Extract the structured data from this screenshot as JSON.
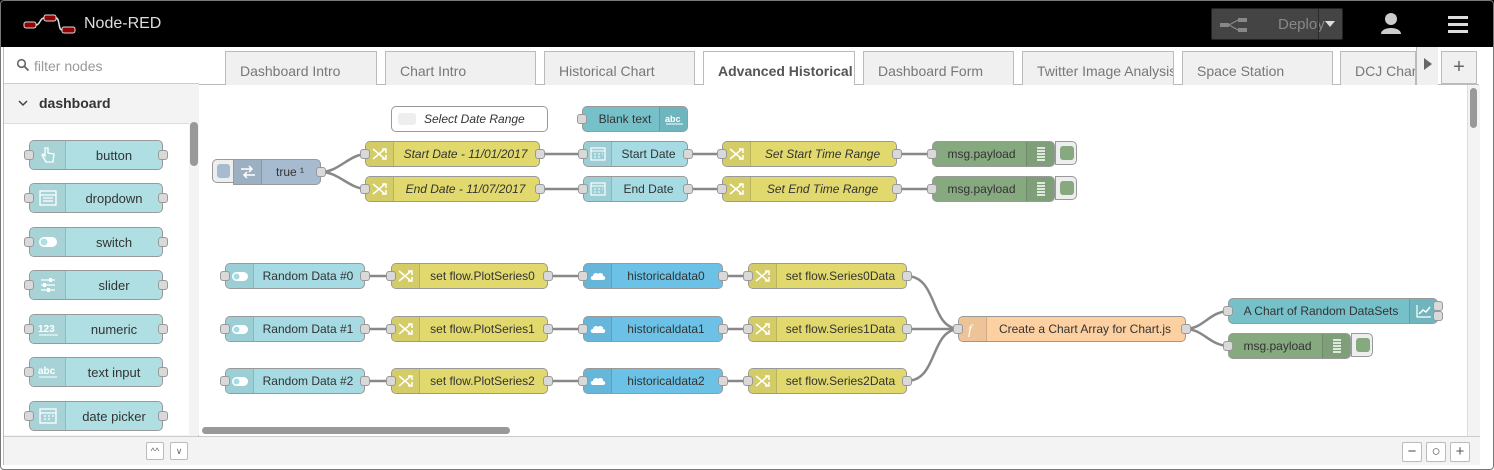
{
  "app": {
    "title": "Node-RED"
  },
  "header": {
    "deploy_label": "Deploy"
  },
  "palette": {
    "filter_placeholder": "filter nodes",
    "category": "dashboard",
    "nodes": [
      {
        "label": "button",
        "icon": "hand-icon"
      },
      {
        "label": "dropdown",
        "icon": "list-icon"
      },
      {
        "label": "switch",
        "icon": "toggle-icon"
      },
      {
        "label": "slider",
        "icon": "sliders-icon"
      },
      {
        "label": "numeric",
        "icon": "numeric-icon"
      },
      {
        "label": "text input",
        "icon": "text-abc-icon"
      },
      {
        "label": "date picker",
        "icon": "calendar-icon"
      }
    ]
  },
  "tabs": [
    {
      "label": "Dashboard Intro",
      "active": false
    },
    {
      "label": "Chart Intro",
      "active": false
    },
    {
      "label": "Historical Chart",
      "active": false
    },
    {
      "label": "Advanced Historical",
      "active": true
    },
    {
      "label": "Dashboard Form",
      "active": false
    },
    {
      "label": "Twitter Image Analysis",
      "active": false
    },
    {
      "label": "Space Station",
      "active": false
    },
    {
      "label": "DCJ Chart",
      "active": false
    }
  ],
  "flow": {
    "comment": "Select Date Range",
    "blank_text": "Blank text",
    "blank_text_icon": "abc",
    "inject_true": "true ¹",
    "change_start": "Start Date - 11/01/2017",
    "change_end": "End Date - 11/07/2017",
    "ui_start_date": "Start Date",
    "ui_end_date": "End Date",
    "set_start_range": "Set Start Time Range",
    "set_end_range": "Set End Time Range",
    "debug_1": "msg.payload",
    "debug_2": "msg.payload",
    "random_0": "Random Data #0",
    "random_1": "Random Data #1",
    "random_2": "Random Data #2",
    "plot_0": "set flow.PlotSeries0",
    "plot_1": "set flow.PlotSeries1",
    "plot_2": "set flow.PlotSeries2",
    "hist_0": "historicaldata0",
    "hist_1": "historicaldata1",
    "hist_2": "historicaldata2",
    "series_0": "set flow.Series0Data",
    "series_1": "set flow.Series1Data",
    "series_2": "set flow.Series2Data",
    "function": "Create a Chart Array for Chart.js",
    "chart": "A Chart of Random DataSets",
    "debug_3": "msg.payload"
  },
  "colors": {
    "change": "#e2d96e",
    "ui": "#a6dbe3",
    "inject": "#a6bbcf",
    "debug": "#87a980",
    "function": "#fdd0a2",
    "storage": "#6cc2e6",
    "palette_node": "#b0dfe3"
  }
}
